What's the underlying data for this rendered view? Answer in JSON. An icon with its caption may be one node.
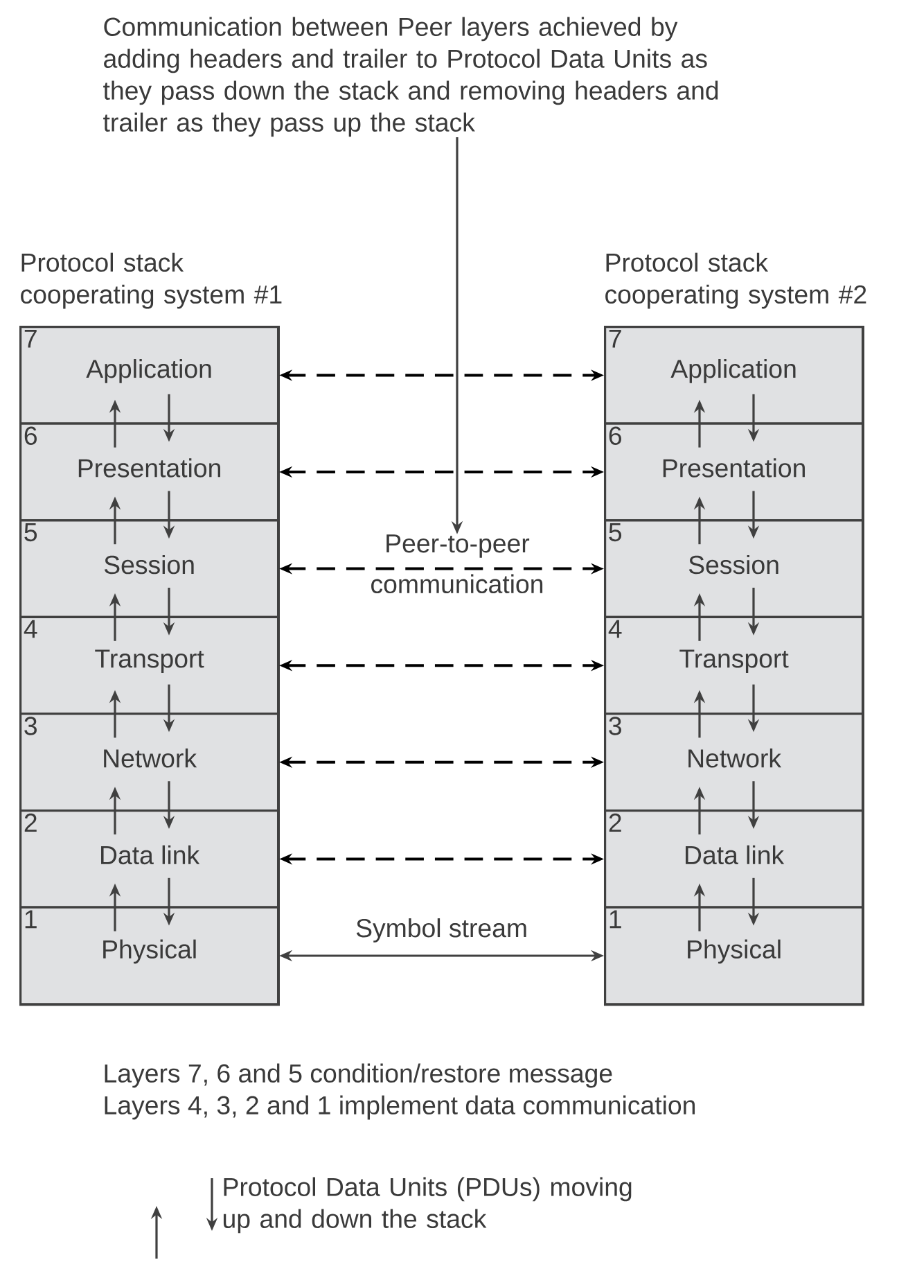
{
  "diagram": {
    "nodes": [
      {
        "text": [
          "Communication between Peer layers achieved by adding headers and trailer to Protocol Data Units as they pass down the stack and removing headers and trailer as they pass up the stack"
        ]
      },
      {
        "text": [
          "Protocol stack cooperating system #1"
        ]
      },
      {
        "text": [
          "7",
          "Application"
        ],
        "in": 1
      },
      {
        "text": [
          "6",
          "Presentation"
        ],
        "in": 1
      },
      {
        "text": [
          "5",
          "Session"
        ],
        "in": 1
      },
      {
        "text": [
          "4",
          "Transport"
        ],
        "in": 1
      },
      {
        "text": [
          "3",
          "Network"
        ],
        "in": 1
      },
      {
        "text": [
          "2",
          "Data link"
        ],
        "in": 1
      },
      {
        "text": [
          "1",
          "Physical"
        ],
        "in": 1
      },
      {
        "text": [
          "Protocol stack cooperating system #2"
        ]
      },
      {
        "text": [
          "7",
          "Application"
        ],
        "in": 9
      },
      {
        "text": [
          "6",
          "Presentation"
        ],
        "in": 9
      },
      {
        "text": [
          "5",
          "Session"
        ],
        "in": 9
      },
      {
        "text": [
          "4",
          "Transport"
        ],
        "in": 9
      },
      {
        "text": [
          "3",
          "Network"
        ],
        "in": 9
      },
      {
        "text": [
          "2",
          "Data link"
        ],
        "in": 9
      },
      {
        "text": [
          "1",
          "Physical"
        ],
        "in": 9
      },
      {
        "text": [
          "Peer-to-peer communication"
        ]
      }
    ],
    "edges": [
      {
        "from": 0,
        "to": 17,
        "arrow": "to"
      },
      {
        "from": 2,
        "to": 10,
        "arrow": "both",
        "style": "dashed"
      },
      {
        "from": 3,
        "to": 11,
        "arrow": "both",
        "style": "dashed"
      },
      {
        "from": 4,
        "to": 12,
        "arrow": "both",
        "style": "dashed"
      },
      {
        "from": 5,
        "to": 13,
        "arrow": "both",
        "style": "dashed"
      },
      {
        "from": 6,
        "to": 14,
        "arrow": "both",
        "style": "dashed"
      },
      {
        "from": 7,
        "to": 15,
        "arrow": "both",
        "style": "dashed"
      },
      {
        "from": 8,
        "to": 16,
        "arrow": "both",
        "label": "Symbol stream"
      },
      {
        "from": 3,
        "to": 2,
        "arrow": "to"
      },
      {
        "from": 2,
        "to": 3,
        "arrow": "to"
      },
      {
        "from": 4,
        "to": 3,
        "arrow": "to"
      },
      {
        "from": 3,
        "to": 4,
        "arrow": "to"
      },
      {
        "from": 5,
        "to": 4,
        "arrow": "to"
      },
      {
        "from": 4,
        "to": 5,
        "arrow": "to"
      },
      {
        "from": 6,
        "to": 5,
        "arrow": "to"
      },
      {
        "from": 5,
        "to": 6,
        "arrow": "to"
      },
      {
        "from": 7,
        "to": 6,
        "arrow": "to"
      },
      {
        "from": 6,
        "to": 7,
        "arrow": "to"
      },
      {
        "from": 8,
        "to": 7,
        "arrow": "to"
      },
      {
        "from": 7,
        "to": 8,
        "arrow": "to"
      },
      {
        "from": 11,
        "to": 10,
        "arrow": "to"
      },
      {
        "from": 10,
        "to": 11,
        "arrow": "to"
      },
      {
        "from": 12,
        "to": 11,
        "arrow": "to"
      },
      {
        "from": 11,
        "to": 12,
        "arrow": "to"
      },
      {
        "from": 13,
        "to": 12,
        "arrow": "to"
      },
      {
        "from": 12,
        "to": 13,
        "arrow": "to"
      },
      {
        "from": 14,
        "to": 13,
        "arrow": "to"
      },
      {
        "from": 13,
        "to": 14,
        "arrow": "to"
      },
      {
        "from": 15,
        "to": 14,
        "arrow": "to"
      },
      {
        "from": 14,
        "to": 15,
        "arrow": "to"
      },
      {
        "from": 16,
        "to": 15,
        "arrow": "to"
      },
      {
        "from": 15,
        "to": 16,
        "arrow": "to"
      }
    ],
    "labels": [
      "Layers 7, 6 and 5 condition/restore message",
      "Layers 4, 3, 2 and 1 implement data communication"
    ],
    "legend": [
      {
        "text": "Protocol Data Units (PDUs) moving up and down the stack"
      }
    ]
  }
}
